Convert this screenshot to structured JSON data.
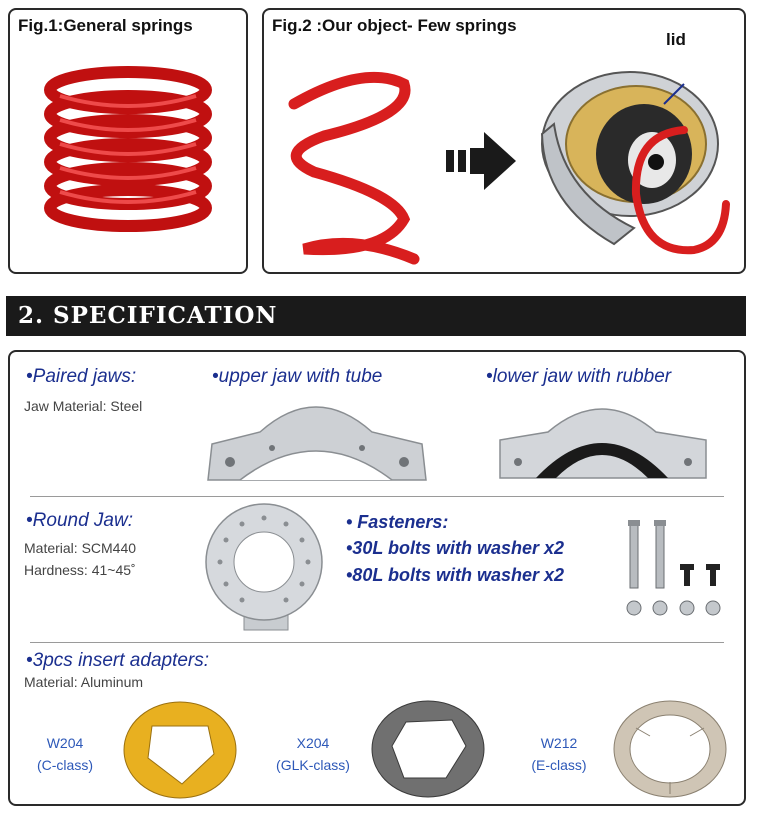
{
  "fig1": {
    "title": "Fig.1:General springs"
  },
  "fig2": {
    "title": "Fig.2 :Our object- Few springs",
    "lid_label": "lid"
  },
  "spec": {
    "heading": "2. SPECIFICATION",
    "paired_jaws": {
      "label": "•Paired jaws:",
      "material": "Jaw Material: Steel",
      "upper": "•upper jaw with tube",
      "lower": "•lower jaw with rubber"
    },
    "round_jaw": {
      "label": "•Round Jaw:",
      "material": "Material: SCM440",
      "hardness": "Hardness: 41~45˚"
    },
    "fasteners": {
      "label": "• Fasteners:",
      "line1": "•30L bolts with washer x2",
      "line2": "•80L bolts with washer x2"
    },
    "adapters": {
      "label": "•3pcs insert adapters:",
      "material": "Material: Aluminum",
      "items": [
        {
          "code": "W204",
          "class": "(C-class)",
          "color": "#e8b020"
        },
        {
          "code": "X204",
          "class": "(GLK-class)",
          "color": "#707070"
        },
        {
          "code": "W212",
          "class": "(E-class)",
          "color": "#cfc5b5"
        }
      ]
    }
  },
  "colors": {
    "spring": "#d81e1e",
    "text_blue": "#1b2f8f",
    "adapter_blue": "#2d58b8",
    "banner": "#1a1a1a"
  }
}
